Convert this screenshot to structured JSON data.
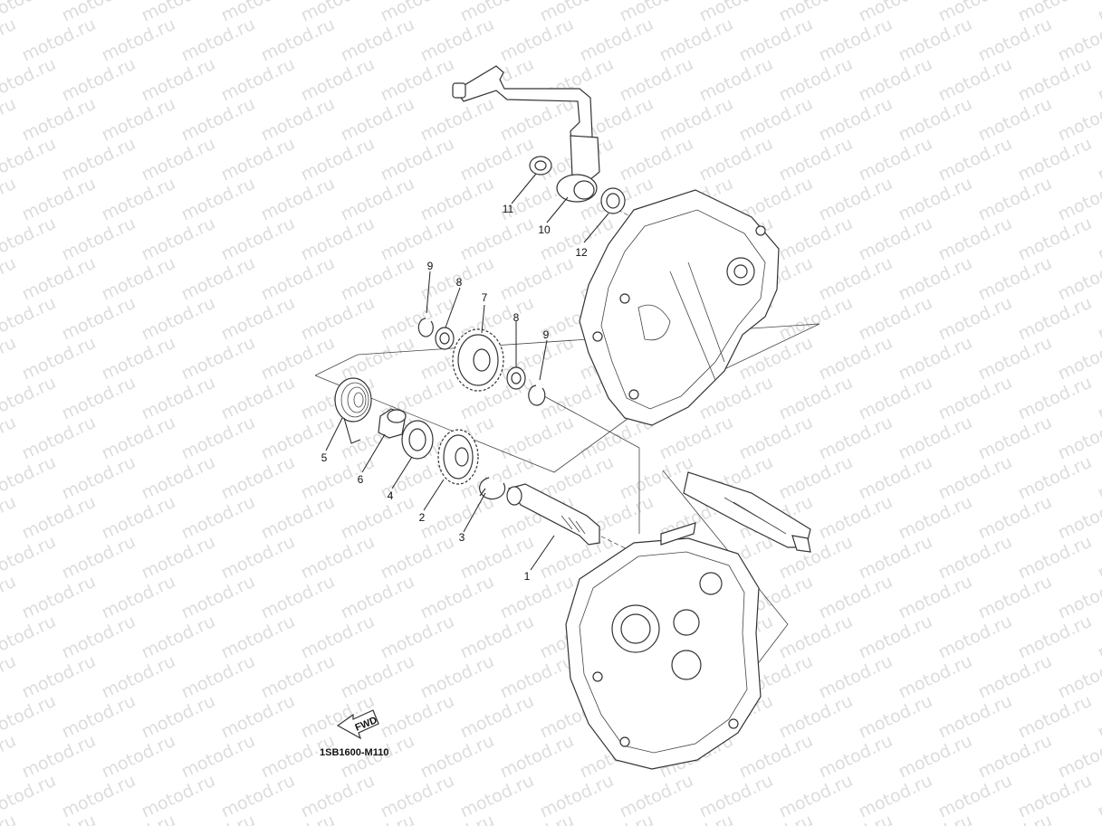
{
  "watermark": "motod.ru",
  "diagram_code": "1SB1600-M110",
  "fwd_arrow_label": "FWD",
  "callouts": [
    {
      "id": "1",
      "label": "1"
    },
    {
      "id": "2",
      "label": "2"
    },
    {
      "id": "3",
      "label": "3"
    },
    {
      "id": "4",
      "label": "4"
    },
    {
      "id": "5",
      "label": "5"
    },
    {
      "id": "6",
      "label": "6"
    },
    {
      "id": "7",
      "label": "7"
    },
    {
      "id": "8a",
      "label": "8"
    },
    {
      "id": "8b",
      "label": "8"
    },
    {
      "id": "9a",
      "label": "9"
    },
    {
      "id": "9b",
      "label": "9"
    },
    {
      "id": "10",
      "label": "10"
    },
    {
      "id": "11",
      "label": "11"
    },
    {
      "id": "12",
      "label": "12"
    }
  ]
}
